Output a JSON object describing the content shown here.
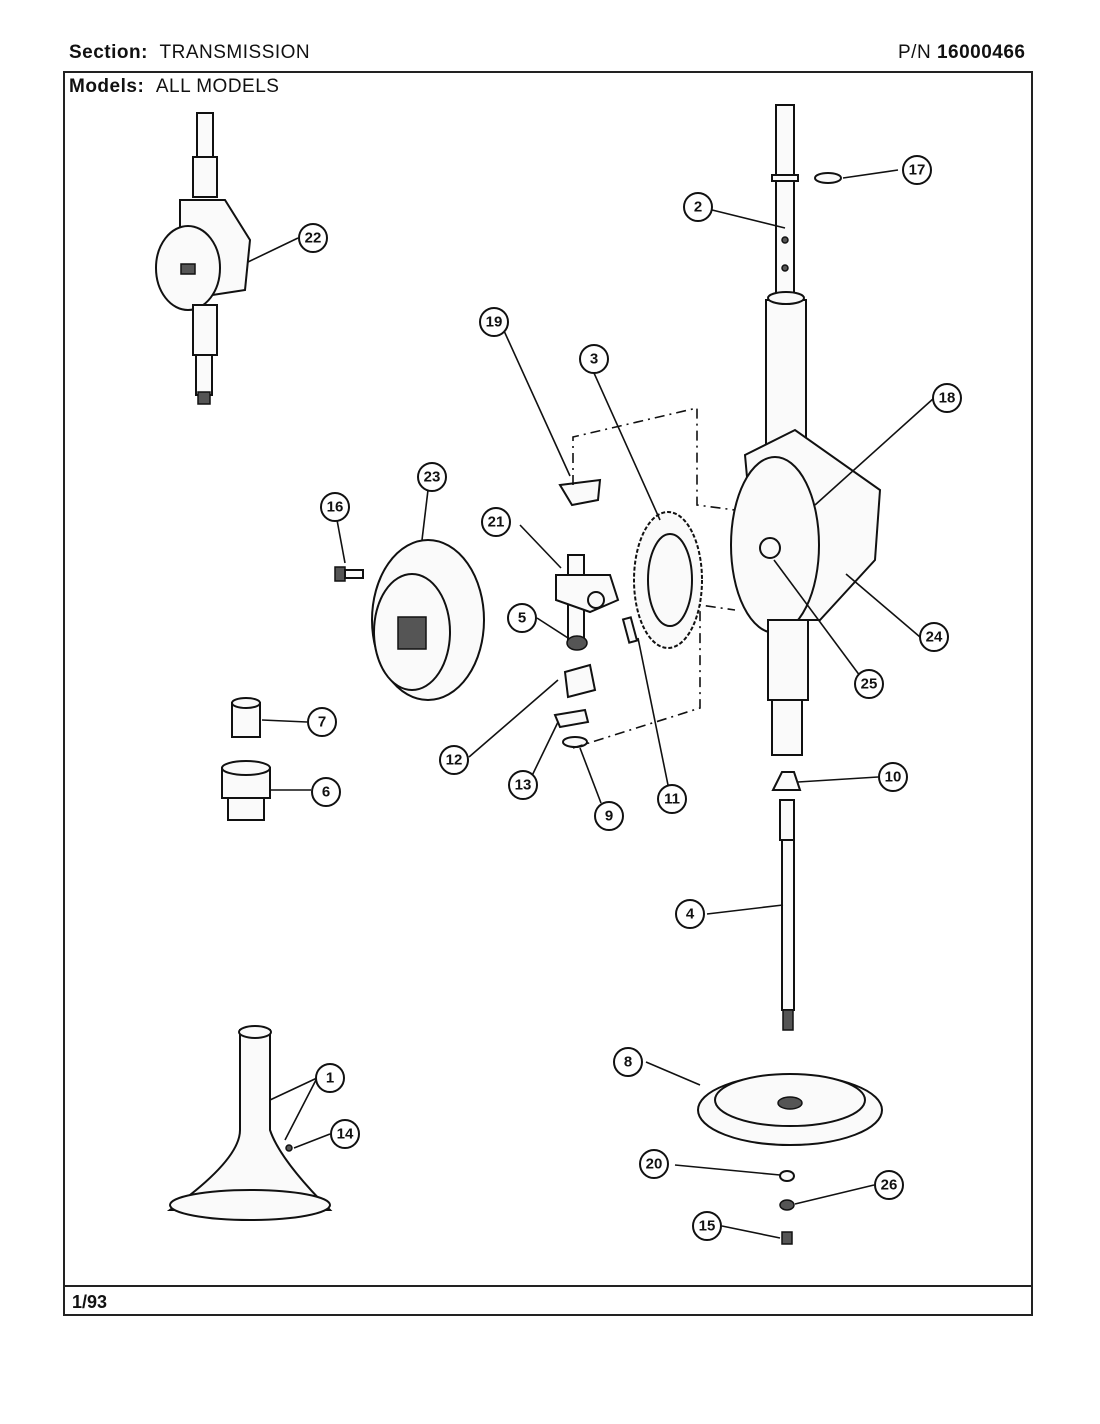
{
  "header": {
    "section_label": "Section:",
    "section_value": "TRANSMISSION",
    "pn_label": "P/N",
    "pn_value": "16000466",
    "models_label": "Models:",
    "models_value": "ALL MODELS"
  },
  "footer": {
    "date": "1/93"
  },
  "callouts": [
    "1",
    "2",
    "3",
    "4",
    "5",
    "6",
    "7",
    "8",
    "9",
    "10",
    "11",
    "12",
    "13",
    "14",
    "15",
    "16",
    "17",
    "18",
    "19",
    "20",
    "21",
    "22",
    "23",
    "24",
    "25",
    "26"
  ]
}
